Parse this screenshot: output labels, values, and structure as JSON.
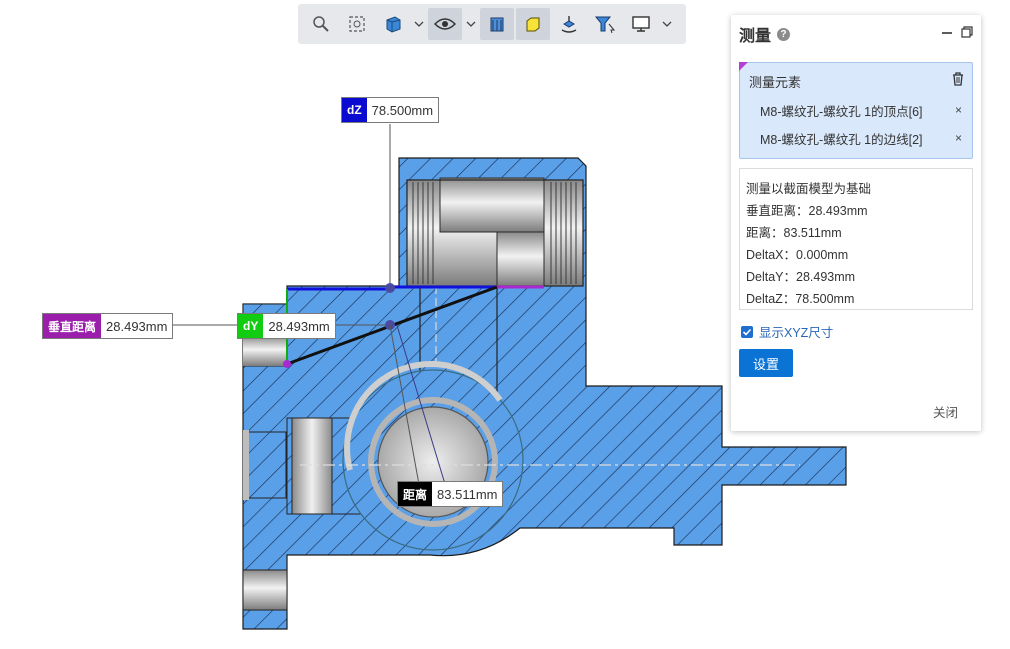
{
  "labels": {
    "dz": {
      "tag": "dZ",
      "value": "78.500mm",
      "color": "#0a0ad0"
    },
    "perp": {
      "tag": "垂直距离",
      "value": "28.493mm",
      "color": "#9a1eab"
    },
    "dy": {
      "tag": "dY",
      "value": "28.493mm",
      "color": "#11cc11"
    },
    "dist": {
      "tag": "距离",
      "value": "83.511mm",
      "color": "#000000"
    }
  },
  "toolbar": {
    "icons": [
      "zoom-fit-icon",
      "zoom-window-icon",
      "view-cube-icon",
      "visibility-icon",
      "section-icon",
      "material-icon",
      "explode-icon",
      "measure-icon",
      "display-icon"
    ]
  },
  "panel": {
    "title": "测量",
    "elements_title": "测量元素",
    "elements": [
      {
        "label": "M8-螺纹孔-螺纹孔 1的顶点[6]",
        "remove": "×"
      },
      {
        "label": "M8-螺纹孔-螺纹孔 1的边线[2]",
        "remove": "×"
      }
    ],
    "results": [
      "测量以截面模型为基础",
      "垂直距离：28.493mm",
      "距离：83.511mm",
      "DeltaX：0.000mm",
      "DeltaY：28.493mm",
      "DeltaZ：78.500mm"
    ],
    "show_xyz": "显示XYZ尺寸",
    "settings": "设置",
    "close": "关闭"
  },
  "colors": {
    "part_fill": "#5aa0e8",
    "hatch": "#1a2f55",
    "accent": "#0a73d4"
  }
}
